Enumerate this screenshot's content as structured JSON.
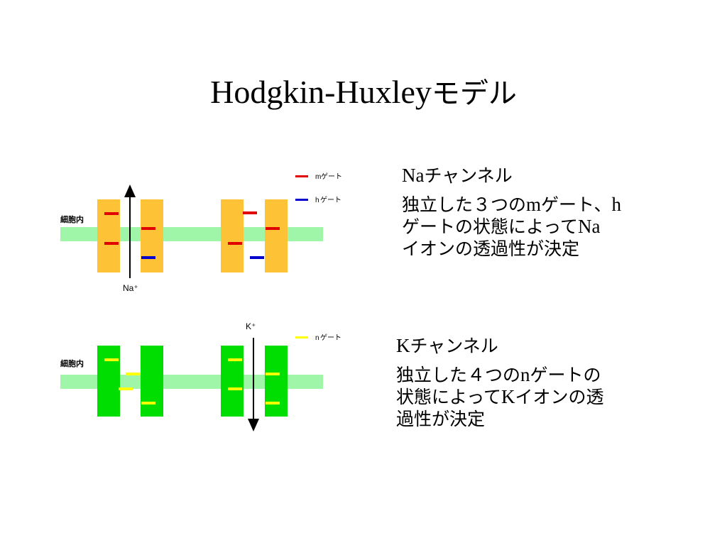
{
  "slide": {
    "title_latin": "Hodgkin-Huxley",
    "title_kana": "モデル"
  },
  "na_diagram": {
    "intracellular_label": "細胞内",
    "ion_label": "Na⁺",
    "legend": [
      {
        "letter": "m",
        "label": "ゲート",
        "color": "#e00000"
      },
      {
        "letter": "h",
        "label": "ゲート",
        "color": "#0000cc"
      }
    ],
    "channel_color": "#fdc235",
    "membrane_color": "#9ff5a8"
  },
  "k_diagram": {
    "intracellular_label": "細胞内",
    "ion_label": "K⁺",
    "legend": [
      {
        "letter": "n",
        "label": "ゲート",
        "color": "#ffff00"
      }
    ],
    "channel_color": "#00dd00",
    "membrane_color": "#9ff5a8"
  },
  "na_text": {
    "heading_latin": "Na",
    "heading_kana": "チャンネル",
    "line1_a": "独立した３つの",
    "line1_b": "m",
    "line1_c": "ゲート、",
    "line1_d": "h",
    "line2_a": "ゲートの状態によって",
    "line2_b": "Na",
    "line3": "イオンの透過性が決定"
  },
  "k_text": {
    "heading_latin": "K",
    "heading_kana": "チャンネル",
    "line1_a": "独立した４つの",
    "line1_b": "n",
    "line1_c": "ゲートの",
    "line2_a": "状態によって",
    "line2_b": "K",
    "line2_c": "イオンの透",
    "line3": "過性が決定"
  }
}
